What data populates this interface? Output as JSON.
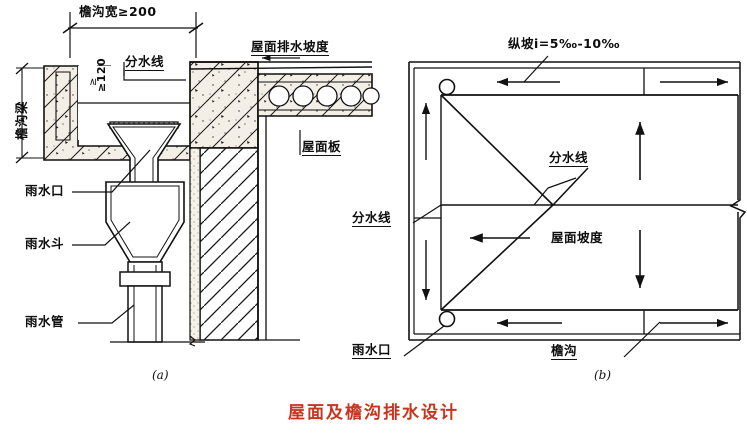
{
  "title": {
    "text": "屋面及檐沟排水设计",
    "color": "#c8341d"
  },
  "figures": [
    {
      "caption": "(a)",
      "name": "section-detail"
    },
    {
      "caption": "(b)",
      "name": "roof-plan"
    }
  ],
  "figure_a": {
    "name": "gutter-section-detail",
    "labels": {
      "gutter_width": "檐沟宽≥200",
      "min_depth": "≥120",
      "gutter_beam": "檐沟梁",
      "water_divide": "分水线",
      "roof_slope": "屋面排水坡度",
      "roof_slab": "屋面板",
      "rain_inlet": "雨水口",
      "rain_leader_head": "雨水斗",
      "downpipe": "雨水管"
    },
    "hatch": {
      "concrete": "stipple-aggregate",
      "masonry": "diagonal-lines"
    }
  },
  "figure_b": {
    "name": "roof-drainage-plan",
    "labels": {
      "longitudinal_slope": "纵坡i=5‰-10‰",
      "water_divide_right": "分水线",
      "water_divide_left": "分水线",
      "roof_slope": "屋面坡度",
      "rain_inlet": "雨水口",
      "gutter": "檐沟"
    },
    "flow_arrows": 8,
    "rain_inlet_count": 2,
    "break_line": "right-edge-zigzag"
  },
  "colors": {
    "ink": "#111111",
    "title_red": "#c8341d",
    "concrete_fill": "#f3eee3",
    "paper": "#ffffff"
  }
}
